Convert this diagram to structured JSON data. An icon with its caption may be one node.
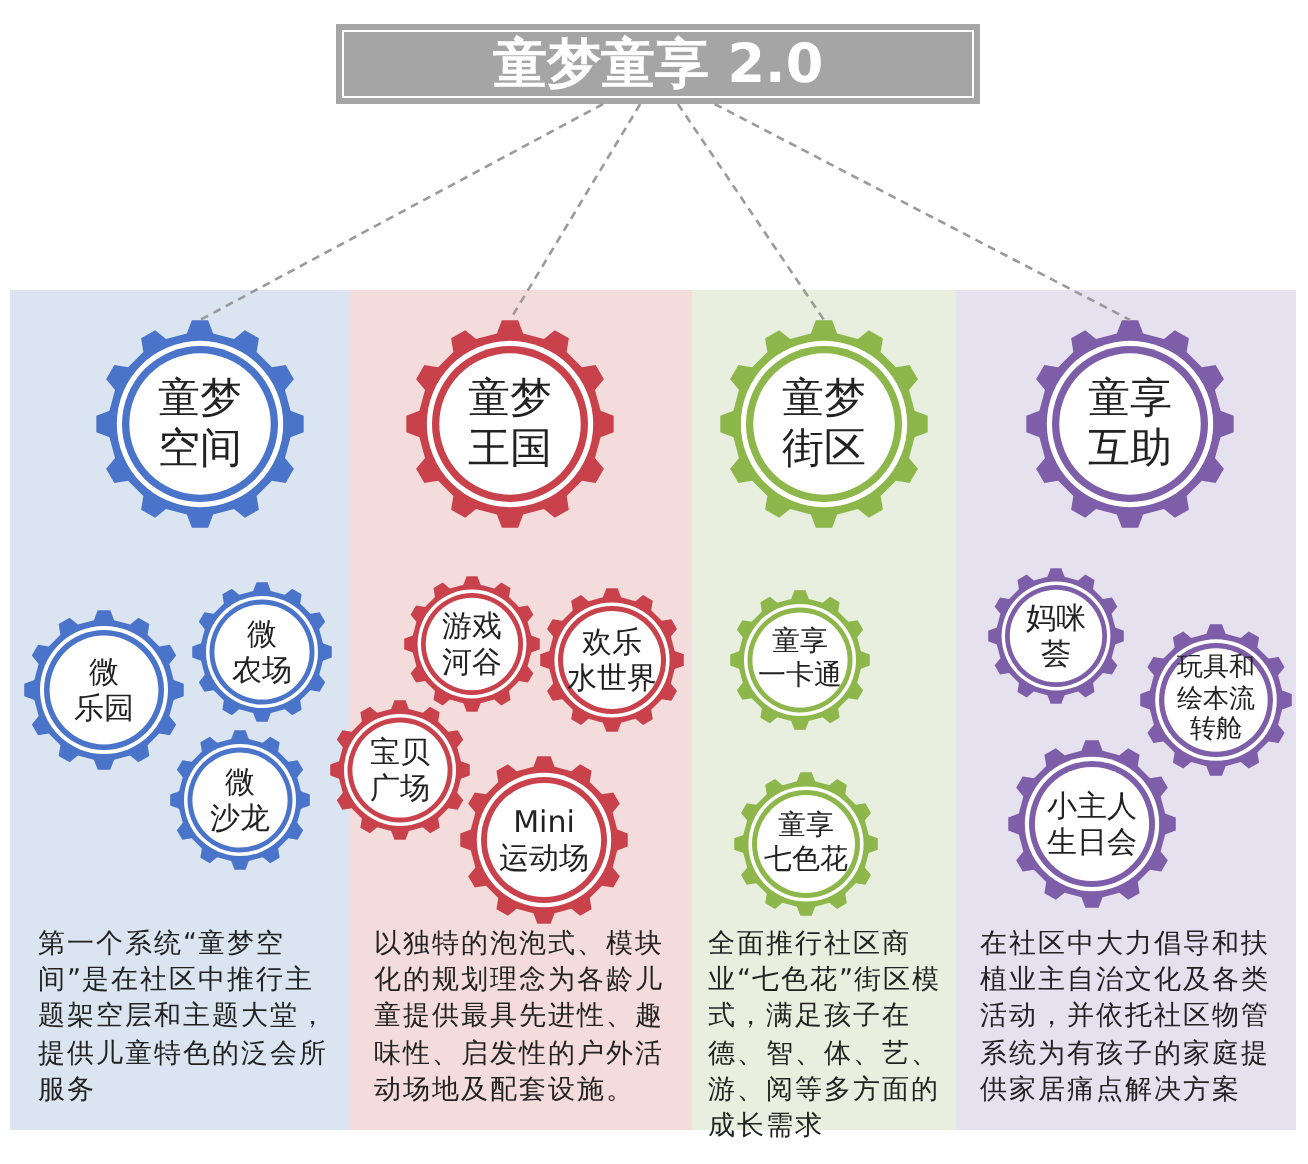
{
  "diagram": {
    "nodes": [
      {
        "text": [
          "童梦童享 2.0"
        ]
      },
      {
        "text": [
          "第一个系统“童梦空间”是在社区中推行主题架空层和主题大堂，提供儿童特色的泛会所服务"
        ]
      },
      {
        "text": [
          "童梦空间"
        ],
        "in": 1
      },
      {
        "text": [
          "微乐园"
        ],
        "in": 1
      },
      {
        "text": [
          "微农场"
        ],
        "in": 1
      },
      {
        "text": [
          "微沙龙"
        ],
        "in": 1
      },
      {
        "text": [
          "以独特的泡泡式、模块化的规划理念为各龄儿童提供最具先进性、趣味性、启发性的户外活动场地及配套设施。"
        ]
      },
      {
        "text": [
          "童梦王国"
        ],
        "in": 6
      },
      {
        "text": [
          "游戏河谷"
        ],
        "in": 6
      },
      {
        "text": [
          "欢乐水世界"
        ],
        "in": 6
      },
      {
        "text": [
          "宝贝广场"
        ],
        "in": 6
      },
      {
        "text": [
          "Mini运动场"
        ],
        "in": 6
      },
      {
        "text": [
          "全面推行社区商业“七色花”街区模式，满足孩子在德、智、体、艺、游、阅等多方面的成长需求"
        ]
      },
      {
        "text": [
          "童梦街区"
        ],
        "in": 12
      },
      {
        "text": [
          "童享一卡通"
        ],
        "in": 12
      },
      {
        "text": [
          "童享七色花"
        ],
        "in": 12
      },
      {
        "text": [
          "在社区中大力倡导和扶植业主自治文化及各类活动，并依托社区物管系统为有孩子的家庭提供家居痛点解决方案"
        ]
      },
      {
        "text": [
          "童享互助"
        ],
        "in": 16
      },
      {
        "text": [
          "妈咪荟"
        ],
        "in": 16
      },
      {
        "text": [
          "玩具和绘本流转舱"
        ],
        "in": 16
      },
      {
        "text": [
          "小主人生日会"
        ],
        "in": 16
      }
    ],
    "edges": [
      {
        "from": 0,
        "to": 2,
        "arrow": "none",
        "style": "dashed"
      },
      {
        "from": 0,
        "to": 7,
        "arrow": "none",
        "style": "dashed"
      },
      {
        "from": 0,
        "to": 13,
        "arrow": "none",
        "style": "dashed"
      },
      {
        "from": 0,
        "to": 17,
        "arrow": "none",
        "style": "dashed"
      }
    ]
  }
}
